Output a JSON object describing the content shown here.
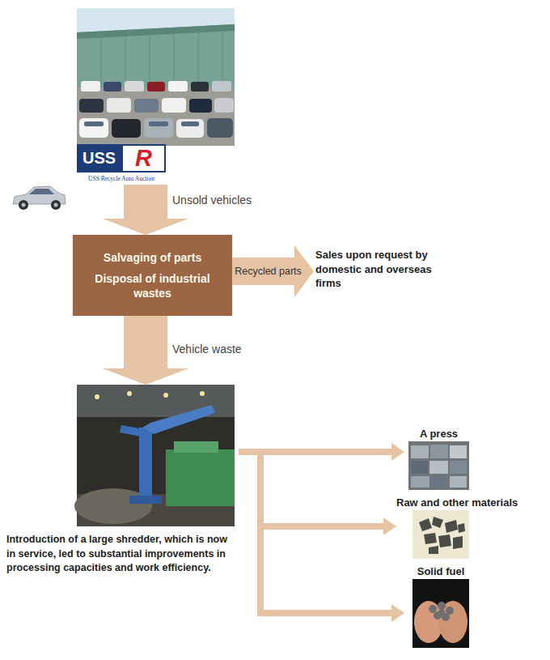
{
  "diagram": {
    "nodes": [
      {
        "text": [
          "USS",
          "R",
          "USS Recycle Auto Auction"
        ]
      },
      {
        "text": [
          "Salvaging of parts",
          "Disposal of industrial wastes"
        ]
      },
      {
        "text": [
          "Sales upon request by domestic and overseas firms"
        ]
      },
      {
        "text": [
          "Introduction of a large shredder, which is now in service, led to substantial improvements in processing capacities and work efficiency."
        ]
      },
      {
        "text": [
          "A press"
        ]
      },
      {
        "text": [
          "Raw and other materials"
        ]
      },
      {
        "text": [
          "Solid fuel"
        ]
      }
    ],
    "edges": [
      {
        "from": 0,
        "to": 1,
        "label": "Unsold vehicles",
        "arrow": "to"
      },
      {
        "from": 1,
        "to": 2,
        "label": "Recycled parts",
        "arrow": "to"
      },
      {
        "from": 1,
        "to": 3,
        "label": "Vehicle waste",
        "arrow": "to"
      },
      {
        "from": 3,
        "to": 4,
        "arrow": "to"
      },
      {
        "from": 3,
        "to": 5,
        "arrow": "to"
      },
      {
        "from": 3,
        "to": 6,
        "arrow": "to"
      }
    ]
  }
}
